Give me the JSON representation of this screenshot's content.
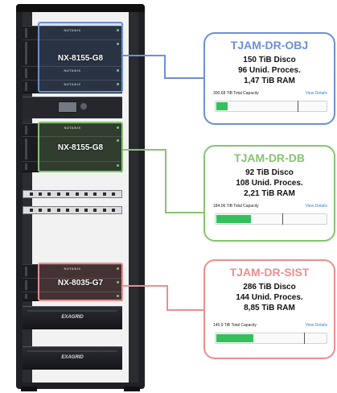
{
  "rack": {
    "brand": "NUTANIX",
    "exagrid_brand": "EXAGRID",
    "groups": [
      {
        "label": "NX-8155-G8",
        "color": "#6b8fd8"
      },
      {
        "label": "NX-8155-G8",
        "color": "#86c46f"
      },
      {
        "label": "NX-8035-G7",
        "color": "#ee8d8d"
      }
    ]
  },
  "cards": [
    {
      "title": "TJAM-DR-OBJ",
      "color": "#6b8fd8",
      "disk": "150 TiB Disco",
      "cpu": "96 Unid. Proces.",
      "ram": "1,47 TiB RAM",
      "capacity_value": "300.68 TiB",
      "capacity_label": "Total Capacity",
      "view_details": "View Details",
      "usage_fraction": 0.1,
      "marker_fraction": 0.74
    },
    {
      "title": "TJAM-DR-DB",
      "color": "#86c46f",
      "disk": "92 TiB Disco",
      "cpu": "108 Unid. Proces.",
      "ram": "2,21 TiB RAM",
      "capacity_value": "184.06 TiB",
      "capacity_label": "Total Capacity",
      "view_details": "View Details",
      "usage_fraction": 0.31,
      "marker_fraction": 0.6
    },
    {
      "title": "TJAM-DR-SIST",
      "color": "#ee8d8d",
      "disk": "286 TiB Disco",
      "cpu": "144 Unid. Proces.",
      "ram": "8,85 TiB RAM",
      "capacity_value": "140.9 TiB",
      "capacity_label": "Total Capacity",
      "view_details": "View Details",
      "usage_fraction": 0.33,
      "marker_fraction": 0.8
    }
  ]
}
